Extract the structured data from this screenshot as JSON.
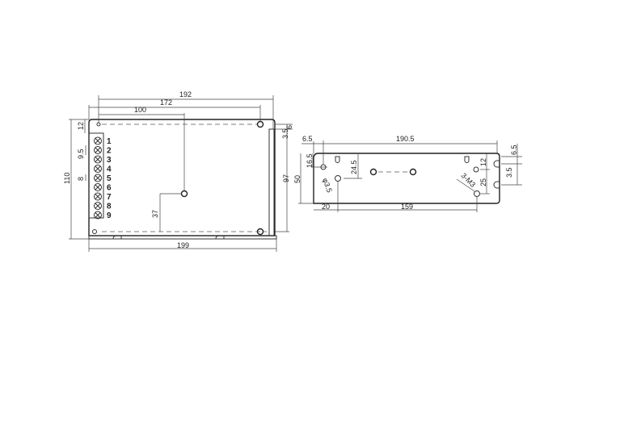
{
  "top_view": {
    "dims": {
      "overall_192": "192",
      "overall_172": "172",
      "center_100": "100",
      "width_199": "199",
      "height_110": "110",
      "hole_12": "12",
      "pitch_9_5": "9.5",
      "pitch_8": "8",
      "center_37": "37",
      "height_97": "97",
      "side_3_5": "3.5",
      "side_6": "6"
    },
    "terminals": [
      "1",
      "2",
      "3",
      "4",
      "5",
      "6",
      "7",
      "8",
      "9"
    ]
  },
  "side_view": {
    "dims": {
      "length_190_5": "190.5",
      "left_6_5": "6.5",
      "height_50": "50",
      "hole_16_5": "16.5",
      "hole_24_5": "24.5",
      "hole_dia": "φ3.5",
      "offset_20": "20",
      "spacing_159": "159",
      "thread_label": "3-M3",
      "right_12": "12",
      "right_25": "25",
      "notch_6_5": "6.5",
      "notch_3_5": "3.5"
    }
  }
}
